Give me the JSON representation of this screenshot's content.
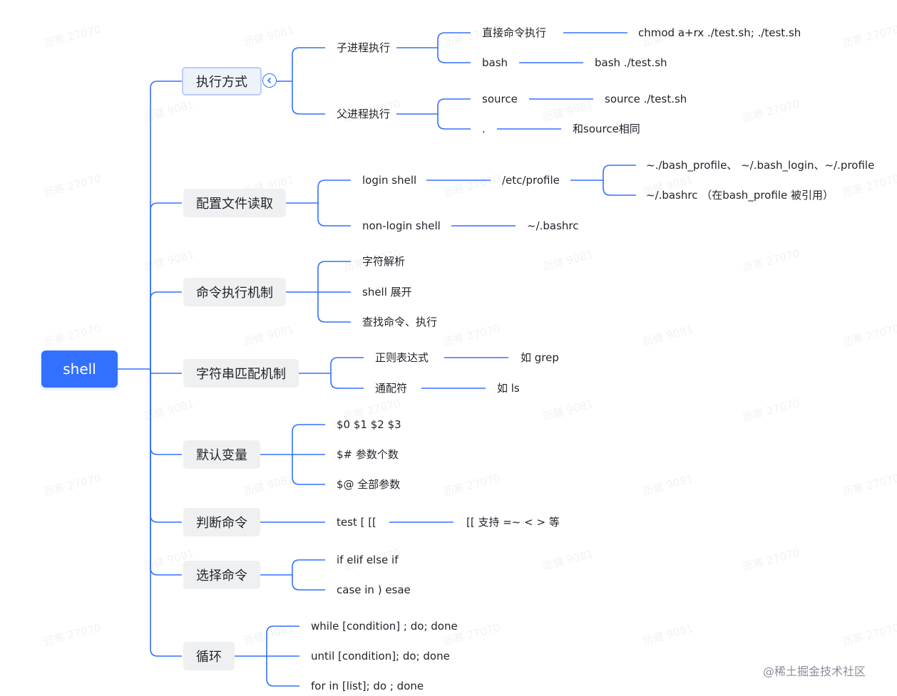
{
  "root": {
    "label": "shell"
  },
  "branches": [
    {
      "label": "执行方式",
      "children": [
        {
          "label": "子进程执行",
          "children": [
            {
              "label": "直接命令执行",
              "value": "chmod a+rx ./test.sh; ./test.sh"
            },
            {
              "label": "bash",
              "value": "bash ./test.sh"
            }
          ]
        },
        {
          "label": "父进程执行",
          "children": [
            {
              "label": "source",
              "value": "source ./test.sh"
            },
            {
              "label": ".",
              "value": "和source相同"
            }
          ]
        }
      ]
    },
    {
      "label": "配置文件读取",
      "children": [
        {
          "label": "login shell",
          "value": "/etc/profile",
          "sub": [
            "~./bash_profile、 ~/.bash_login、~/.profile",
            "~/.bashrc （在bash_profile 被引用）"
          ]
        },
        {
          "label": "non-login shell",
          "value": "~/.bashrc"
        }
      ]
    },
    {
      "label": "命令执行机制",
      "children": [
        {
          "label": "字符解析"
        },
        {
          "label": "shell 展开"
        },
        {
          "label": "查找命令、执行"
        }
      ]
    },
    {
      "label": "字符串匹配机制",
      "children": [
        {
          "label": "正则表达式",
          "value": "如 grep"
        },
        {
          "label": "通配符",
          "value": "如 ls"
        }
      ]
    },
    {
      "label": "默认变量",
      "children": [
        {
          "label": "$0 $1 $2 $3"
        },
        {
          "label": "$# 参数个数"
        },
        {
          "label": "$@  全部参数"
        }
      ]
    },
    {
      "label": "判断命令",
      "children": [
        {
          "label": "test [  [[",
          "value": "[[ 支持 =~  <  > 等"
        }
      ]
    },
    {
      "label": "选择命令",
      "children": [
        {
          "label": "if elif  else if"
        },
        {
          "label": "case in  )  esae"
        }
      ]
    },
    {
      "label": "循环",
      "children": [
        {
          "label": "while  [condition] ; do;  done"
        },
        {
          "label": "until [condition]; do; done"
        },
        {
          "label": "for in [list]; do ; done"
        }
      ]
    }
  ],
  "watermarks": [
    "沥寒 27070",
    "沥健 9081"
  ],
  "footer": "@稀土掘金技术社区",
  "colors": {
    "accent": "#3370ff",
    "line": "#3370ff"
  }
}
